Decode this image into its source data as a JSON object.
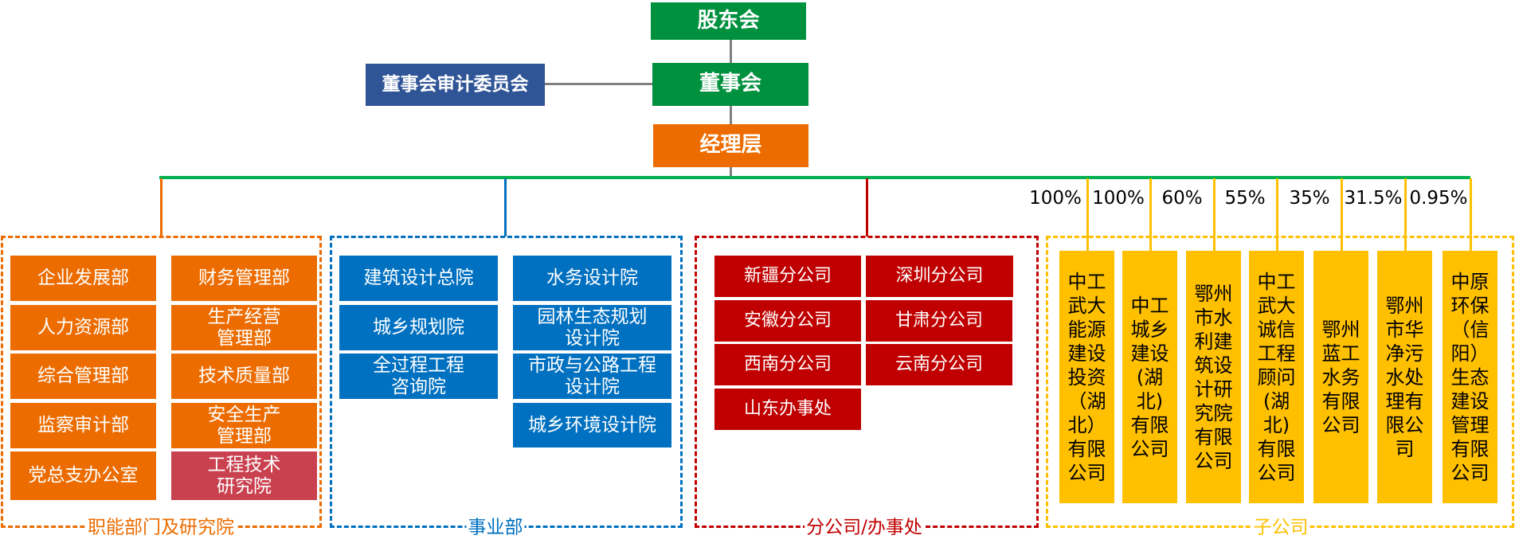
{
  "top": {
    "shareholders": "股东会",
    "board": "董事会",
    "audit_committee": "董事会审计委员会",
    "management": "经理层"
  },
  "colors": {
    "governance_green": "#00913F",
    "audit_navy": "#2F5597",
    "management_orange": "#EC6C00",
    "bus_line_green": "#00B050",
    "functional_orange": "#EC6C00",
    "research_red": "#C9414F",
    "business_blue": "#0070C0",
    "branch_red": "#C00000",
    "subsidiary_yellow": "#FFC000"
  },
  "groups": {
    "functional": {
      "label": "职能部门及研究院",
      "left": [
        "企业发展部",
        "人力资源部",
        "综合管理部",
        "监察审计部",
        "党总支办公室"
      ],
      "right": [
        "财务管理部",
        "生产经营管理部",
        "技术质量部",
        "安全生产管理部",
        "工程技术研究院"
      ]
    },
    "business": {
      "label": "事业部",
      "left": [
        "建筑设计总院",
        "城乡规划院",
        "全过程工程咨询院"
      ],
      "right": [
        "水务设计院",
        "园林生态规划设计院",
        "市政与公路工程设计院",
        "城乡环境设计院"
      ]
    },
    "branches": {
      "label": "分公司/办事处",
      "left": [
        "新疆分公司",
        "安徽分公司",
        "西南分公司",
        "山东办事处"
      ],
      "right": [
        "深圳分公司",
        "甘肃分公司",
        "云南分公司"
      ]
    },
    "subsidiaries": {
      "label": "子公司",
      "items": [
        {
          "name": "中工武大能源建设投资（湖北）有限公司",
          "share": "100%"
        },
        {
          "name": "中工城乡建设(湖北)有限公司",
          "share": "100%"
        },
        {
          "name": "鄂州市水利建筑设计研究院有限公司",
          "share": "60%"
        },
        {
          "name": "中工武大诚信工程顾问(湖北)有限公司",
          "share": "55%"
        },
        {
          "name": "鄂州蓝工水务有限公司",
          "share": "35%"
        },
        {
          "name": "鄂州市华净污水处理有限公司",
          "share": "31.5%"
        },
        {
          "name": "中原环保（信阳）生态建设管理有限公司",
          "share": "0.95%"
        }
      ]
    }
  },
  "display_lines": {
    "fn_right_1": [
      "生产经营",
      "管理部"
    ],
    "fn_right_3": [
      "安全生产",
      "管理部"
    ],
    "fn_right_4": [
      "工程技术",
      "研究院"
    ],
    "bu_left_2": [
      "全过程工程",
      "咨询院"
    ],
    "bu_right_1": [
      "园林生态规划",
      "设计院"
    ],
    "bu_right_2": [
      "市政与公路工程",
      "设计院"
    ],
    "sub": [
      [
        "中工",
        "武大",
        "能源",
        "建设",
        "投资",
        "（湖",
        "北）",
        "有限",
        "公司"
      ],
      [
        "中工",
        "城乡",
        "建设",
        "(湖",
        "北)",
        "有限",
        "公司"
      ],
      [
        "鄂州",
        "市水",
        "利建",
        "筑设",
        "计研",
        "究院",
        "有限",
        "公司"
      ],
      [
        "中工",
        "武大",
        "诚信",
        "工程",
        "顾问",
        "(湖",
        "北)",
        "有限",
        "公司"
      ],
      [
        "鄂州",
        "蓝工",
        "水务",
        "有限",
        "公司"
      ],
      [
        "鄂州",
        "市华",
        "净污",
        "水处",
        "理有",
        "限公",
        "司"
      ],
      [
        "中原",
        "环保",
        "（信",
        "阳）",
        "生态",
        "建设",
        "管理",
        "有限",
        "公司"
      ]
    ]
  }
}
